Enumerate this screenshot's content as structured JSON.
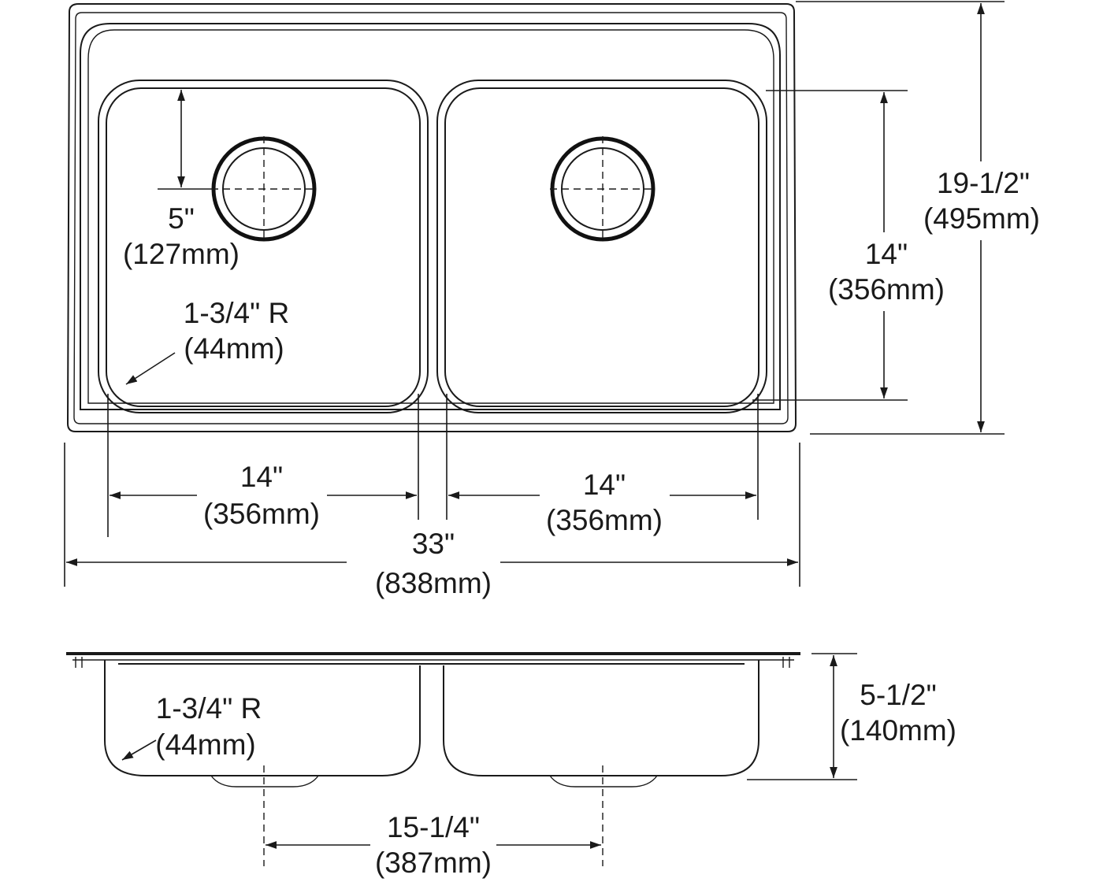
{
  "top_view": {
    "overall_width": {
      "inches": "33\"",
      "mm": "(838mm)"
    },
    "overall_depth": {
      "inches": "19-1/2\"",
      "mm": "(495mm)"
    },
    "left_bowl_width": {
      "inches": "14\"",
      "mm": "(356mm)"
    },
    "right_bowl_width": {
      "inches": "14\"",
      "mm": "(356mm)"
    },
    "bowl_depth": {
      "inches": "14\"",
      "mm": "(356mm)"
    },
    "drain_offset": {
      "inches": "5\"",
      "mm": "(127mm)"
    },
    "corner_radius": {
      "inches": "1-3/4\" R",
      "mm": "(44mm)"
    }
  },
  "side_view": {
    "bowl_depth": {
      "inches": "5-1/2\"",
      "mm": "(140mm)"
    },
    "drain_spacing": {
      "inches": "15-1/4\"",
      "mm": "(387mm)"
    },
    "corner_radius": {
      "inches": "1-3/4\" R",
      "mm": "(44mm)"
    }
  }
}
